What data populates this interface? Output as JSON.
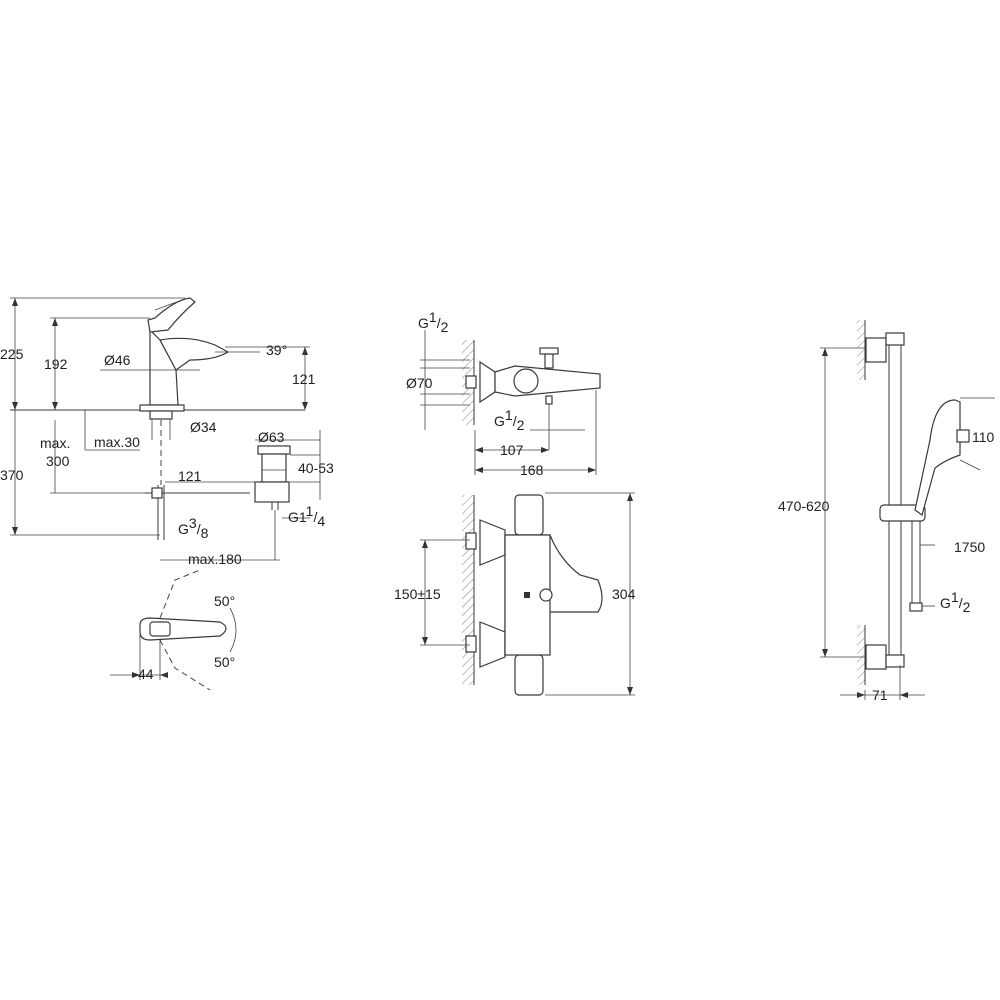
{
  "basin_mixer": {
    "side": {
      "total_height": "225",
      "spout_height": "192",
      "spout_diameter": "Ø46",
      "spout_angle": "39°",
      "spout_offset": "121",
      "below_deck": "370",
      "max_label": "max.",
      "max_value": "300",
      "deck_thickness": "max.30",
      "bore_diameter": "Ø34",
      "waste_reach": "121",
      "waste_diameter": "Ø63",
      "waste_range": "40-53",
      "connection_main": "G",
      "connection_sup": "3",
      "connection_sub": "8",
      "waste_thread_main": "G1",
      "waste_thread_sup": "1",
      "waste_thread_sub": "4",
      "max_width": "max.180"
    },
    "top": {
      "angle_upper": "50°",
      "angle_lower": "50°",
      "offset": "44"
    }
  },
  "bath_mixer": {
    "top": {
      "inlet_main": "G",
      "inlet_sup": "1",
      "inlet_sub": "2",
      "escutcheon_diameter": "Ø70",
      "outlet_main": "G",
      "outlet_sup": "1",
      "outlet_sub": "2",
      "outlet_offset": "107",
      "total_projection": "168"
    },
    "front": {
      "centres": "150±15",
      "height": "304"
    }
  },
  "shower_rail": {
    "rail_range": "470-620",
    "head_size": "110",
    "hose_length": "1750",
    "hose_main": "G",
    "hose_sup": "1",
    "hose_sub": "2",
    "wall_projection": "71"
  }
}
